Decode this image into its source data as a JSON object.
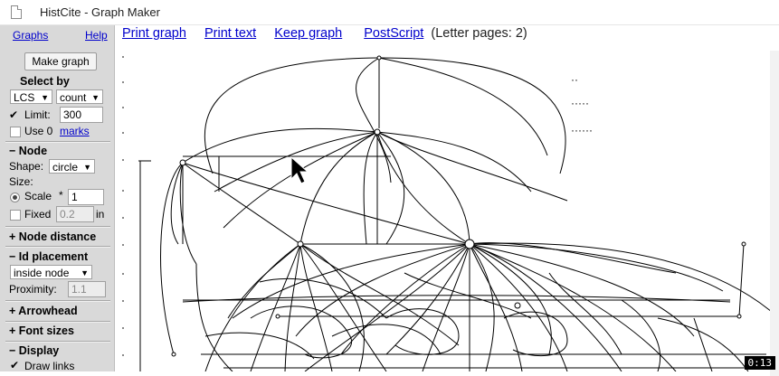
{
  "window": {
    "title": "HistCite - Graph Maker"
  },
  "sidebar": {
    "graphs_link": "Graphs",
    "help_link": "Help",
    "make_graph_button": "Make graph",
    "select_by": {
      "heading": "Select by",
      "criterion": "LCS",
      "mode": "count",
      "limit_label": "Limit:",
      "limit_value": "300",
      "limit_checked": "✔",
      "use_label": "Use 0",
      "marks_link": "marks"
    },
    "node": {
      "heading": "− Node",
      "shape_label": "Shape:",
      "shape_value": "circle",
      "size_label": "Size:",
      "scale_label": "Scale",
      "scale_star": "*",
      "scale_value": "1",
      "fixed_label": "Fixed",
      "fixed_value": "0.2",
      "fixed_unit": "in"
    },
    "node_distance": {
      "heading": "+ Node distance"
    },
    "id_placement": {
      "heading": "− Id placement",
      "value": "inside node",
      "proximity_label": "Proximity:",
      "proximity_value": "1.1"
    },
    "arrowhead": {
      "heading": "+ Arrowhead"
    },
    "font_sizes": {
      "heading": "+ Font sizes"
    },
    "display": {
      "heading": "− Display",
      "draw_links_label": "Draw links",
      "draw_links_checked": "✔"
    }
  },
  "toolbar": {
    "print_graph": "Print graph",
    "print_text": "Print text",
    "keep_graph": "Keep graph",
    "postscript": "PostScript",
    "pages_info": "(Letter pages: 2)"
  },
  "graph": {
    "dots": [
      "··",
      "·····",
      "······"
    ]
  },
  "timer": "0:13",
  "colors": {
    "link": "#0000cc",
    "sidebar_bg": "#d9d9d9",
    "edge": "#000000"
  }
}
